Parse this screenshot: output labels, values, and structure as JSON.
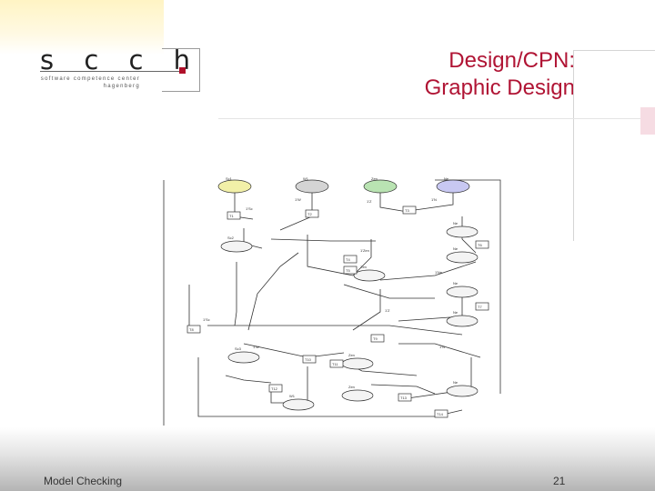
{
  "logo": {
    "letters": "s c c h",
    "subtitle_line1": "software competence center",
    "subtitle_line2": "hagenberg",
    "accent_color": "#b0102a"
  },
  "slide": {
    "title_line1": "Design/CPN:",
    "title_line2": "Graphic Design",
    "title_color": "#b01434"
  },
  "diagram": {
    "places": [
      {
        "label": "Sc1",
        "fill": "#f2f0a8"
      },
      {
        "label": "W1",
        "fill": "#d4d4d4"
      },
      {
        "label": "Zen",
        "fill": "#b9e3b2"
      },
      {
        "label": "Ne",
        "fill": "#c8c8f2"
      },
      {
        "label": "Sc2",
        "fill": "#f4f4f4"
      },
      {
        "label": "Zen",
        "fill": "#f4f4f4"
      },
      {
        "label": "Ne",
        "fill": "#f4f4f4"
      },
      {
        "label": "Ne",
        "fill": "#f4f4f4"
      },
      {
        "label": "Ne",
        "fill": "#f4f4f4"
      },
      {
        "label": "Ne",
        "fill": "#f4f4f4"
      },
      {
        "label": "Sc3",
        "fill": "#f4f4f4"
      },
      {
        "label": "Zen",
        "fill": "#f4f4f4"
      },
      {
        "label": "Zen",
        "fill": "#f4f4f4"
      },
      {
        "label": "W1",
        "fill": "#f4f4f4"
      },
      {
        "label": "Ne",
        "fill": "#f4f4f4"
      }
    ],
    "transitions": [
      "T1",
      "T2",
      "T3",
      "T4",
      "T5",
      "T6",
      "T7",
      "T8",
      "T9",
      "T10",
      "T11",
      "T12",
      "T13",
      "T14"
    ],
    "arc_labels": [
      "1'Sc",
      "1'W",
      "1'Z",
      "1'N",
      "1'Zen",
      "1'Ne",
      "1'W",
      "1'Sc",
      "1'Z",
      "1'N"
    ]
  },
  "footer": {
    "left": "Model Checking",
    "page": "21"
  }
}
